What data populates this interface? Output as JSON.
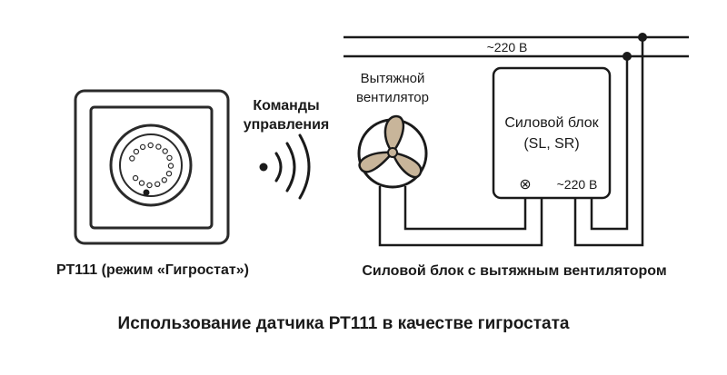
{
  "main_line_label": "~220 В",
  "fan": {
    "label_line1": "Вытяжной",
    "label_line2": "вентилятор"
  },
  "commands": {
    "label_line1": "Команды",
    "label_line2": "управления"
  },
  "power_block": {
    "title_line1": "Силовой блок",
    "title_line2": "(SL, SR)",
    "output_symbol": "⊗",
    "input_label": "~220 В"
  },
  "sensor_caption": "РТ111 (режим «Гигростат»)",
  "block_caption": "Силовой блок с вытяжным вентилятором",
  "footer_title": "Использование датчика РТ111 в качестве гигростата",
  "colors": {
    "line": "#1a1a1a",
    "fan_blade": "#c8b59a",
    "frame": "#2a2a2a"
  }
}
